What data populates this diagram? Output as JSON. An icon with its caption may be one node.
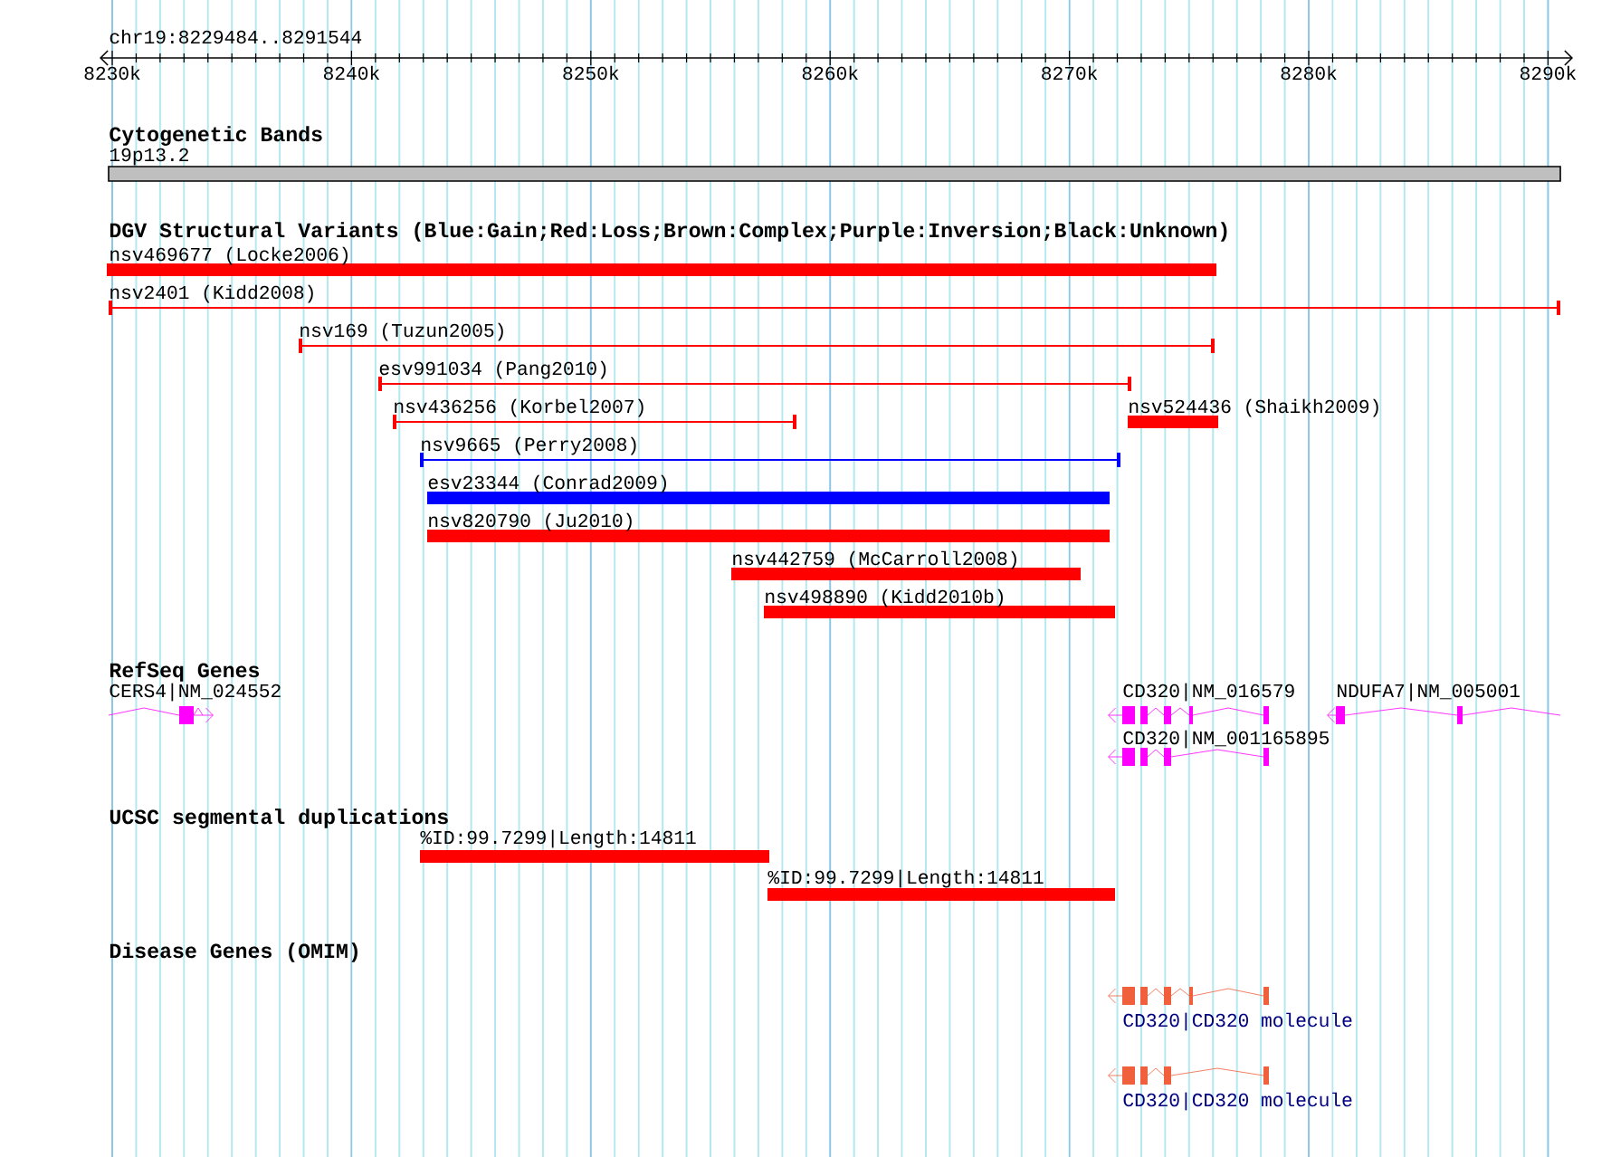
{
  "diagram": {
    "title": "chr19:8229484..8291544",
    "nodes": [
      {
        "text": [
          "19p13.2"
        ]
      },
      {
        "text": [
          "nsv469677 (Locke2006)"
        ]
      },
      {
        "text": [
          "nsv2401 (Kidd2008)"
        ]
      },
      {
        "text": [
          "nsv169 (Tuzun2005)"
        ]
      },
      {
        "text": [
          "esv991034 (Pang2010)"
        ]
      },
      {
        "text": [
          "nsv436256 (Korbel2007)"
        ]
      },
      {
        "text": [
          "nsv524436 (Shaikh2009)"
        ]
      },
      {
        "text": [
          "nsv9665 (Perry2008)"
        ]
      },
      {
        "text": [
          "esv23344 (Conrad2009)"
        ]
      },
      {
        "text": [
          "nsv820790 (Ju2010)"
        ]
      },
      {
        "text": [
          "nsv442759 (McCarroll2008)"
        ]
      },
      {
        "text": [
          "nsv498890 (Kidd2010b)"
        ]
      },
      {
        "text": [
          "CERS4|NM_024552"
        ]
      },
      {
        "text": [
          "CD320|NM_016579"
        ]
      },
      {
        "text": [
          "CD320|NM_001165895"
        ]
      },
      {
        "text": [
          "NDUFA7|NM_005001"
        ]
      },
      {
        "text": [
          "%ID:99.7299|Length:14811"
        ]
      },
      {
        "text": [
          "%ID:99.7299|Length:14811"
        ]
      },
      {
        "text": [
          "CD320|CD320 molecule"
        ]
      },
      {
        "text": [
          "CD320|CD320 molecule"
        ]
      }
    ],
    "labels": [
      "8230k",
      "8240k",
      "8250k",
      "8260k",
      "8270k",
      "8280k",
      "8290k",
      "Cytogenetic Bands",
      "DGV Structural Variants (Blue:Gain;Red:Loss;Brown:Complex;Purple:Inversion;Black:Unknown)",
      "RefSeq Genes",
      "UCSC segmental duplications",
      "Disease Genes (OMIM)"
    ]
  }
}
